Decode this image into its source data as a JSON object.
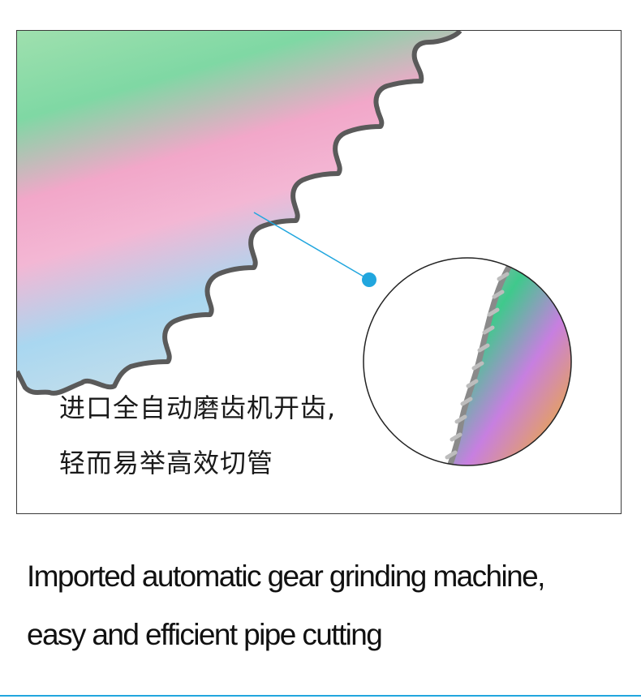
{
  "caption_cn": {
    "line1": "进口全自动磨齿机开齿,",
    "line2": "轻而易举高效切管"
  },
  "caption_en": {
    "line1": "Imported automatic gear grinding machine,",
    "line2": "easy and efficient pipe cutting"
  },
  "colors": {
    "accent": "#21a6de",
    "frame_border": "#3a3a3a",
    "text": "#111111"
  },
  "icons": {
    "blade": "saw-blade-image",
    "zoom": "magnifier-circle",
    "pointer": "callout-dot"
  }
}
